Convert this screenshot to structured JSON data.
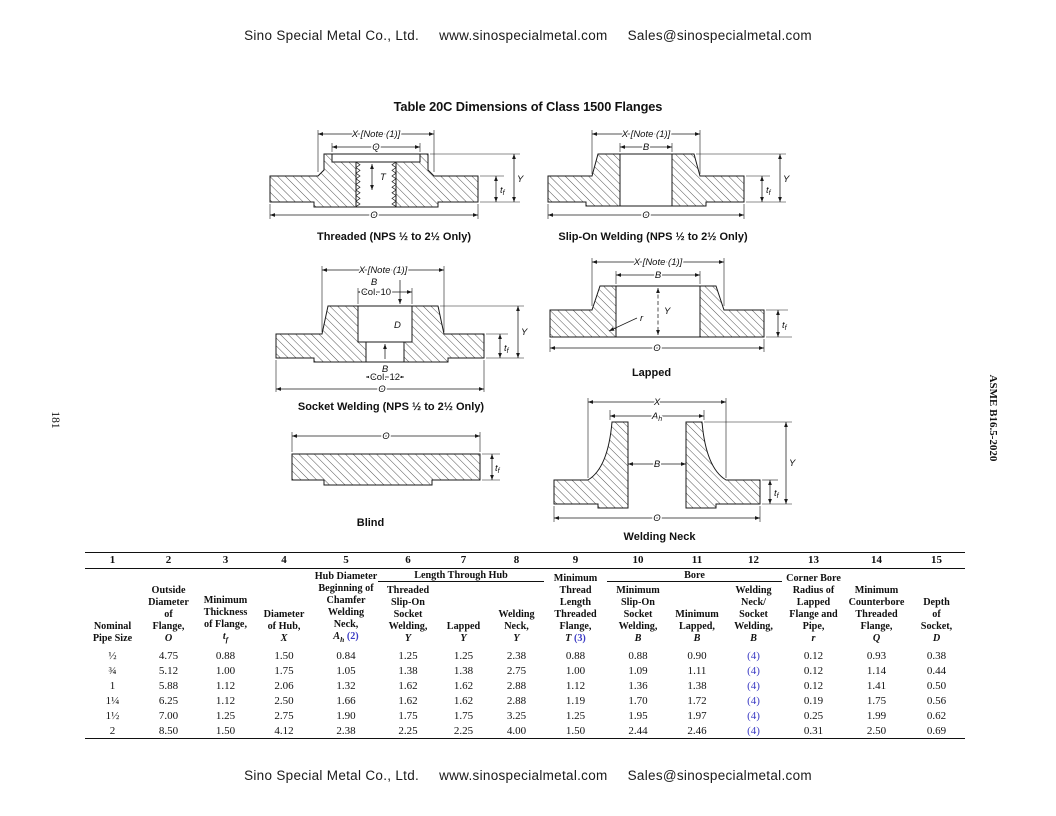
{
  "page": {
    "header": {
      "company": "Sino Special Metal Co., Ltd.",
      "website": "www.sinospecialmetal.com",
      "email": "Sales@sinospecialmetal.com"
    },
    "footer": {
      "company": "Sino Special Metal Co., Ltd.",
      "website": "www.sinospecialmetal.com",
      "email": "Sales@sinospecialmetal.com"
    },
    "title": "Table 20C Dimensions of Class 1500 Flanges",
    "side_left": "181",
    "side_right": "ASME B16.5-2020"
  },
  "figures": {
    "threaded": {
      "caption": "Threaded (NPS ½ to 2½ Only)",
      "labels": {
        "x": "X [Note (1)]",
        "q": "Q",
        "t": "T",
        "o": "O",
        "tf": "t",
        "tf_sub": "f",
        "y": "Y"
      }
    },
    "slipon": {
      "caption": "Slip-On Welding (NPS ½ to 2½ Only)",
      "labels": {
        "x": "X [Note (1)]",
        "b": "B",
        "o": "O",
        "tf": "t",
        "tf_sub": "f",
        "y": "Y"
      }
    },
    "socket": {
      "caption": "Socket Welding (NPS ½ to 2½ Only)",
      "labels": {
        "x": "X [Note (1)]",
        "b_top": "B",
        "col10": "Col. 10",
        "d": "D",
        "b_bot": "B",
        "col12": "Col. 12",
        "o": "O",
        "tf": "t",
        "tf_sub": "f",
        "y": "Y"
      }
    },
    "lapped": {
      "caption": "Lapped",
      "labels": {
        "x": "X [Note (1)]",
        "b": "B",
        "y": "Y",
        "r": "r",
        "o": "O",
        "tf": "t",
        "tf_sub": "f"
      }
    },
    "blind": {
      "caption": "Blind",
      "labels": {
        "o": "O",
        "tf": "t",
        "tf_sub": "f"
      }
    },
    "weldneck": {
      "caption": "Welding Neck",
      "labels": {
        "x": "X",
        "ah": "A",
        "ah_sub": "h",
        "b": "B",
        "o": "O",
        "y": "Y",
        "tf": "t",
        "tf_sub": "f"
      }
    }
  },
  "table": {
    "ref_color": "#3b3bc4",
    "col_numbers": [
      "1",
      "2",
      "3",
      "4",
      "5",
      "6",
      "7",
      "8",
      "9",
      "10",
      "11",
      "12",
      "13",
      "14",
      "15"
    ],
    "group_headers": {
      "hub": "Length Through Hub",
      "bore": "Bore"
    },
    "headers": [
      {
        "lines": [
          "Nominal",
          "Pipe Size"
        ]
      },
      {
        "lines": [
          "Outside",
          "Diameter",
          "of",
          "Flange,"
        ],
        "sym": "O"
      },
      {
        "lines": [
          "Minimum",
          "Thickness",
          "of Flange,"
        ],
        "sym": "t",
        "sub": "f"
      },
      {
        "lines": [
          "Diameter",
          "of Hub,"
        ],
        "sym": "X"
      },
      {
        "lines": [
          "Hub Diameter",
          "Beginning of",
          "Chamfer",
          "Welding",
          "Neck,"
        ],
        "sym": "A",
        "sub": "h",
        "ref": "(2)"
      },
      {
        "lines": [
          "Threaded",
          "Slip-On",
          "Socket",
          "Welding,"
        ],
        "sym": "Y"
      },
      {
        "lines": [
          "Lapped"
        ],
        "sym": "Y"
      },
      {
        "lines": [
          "Welding",
          "Neck,"
        ],
        "sym": "Y"
      },
      {
        "lines": [
          "Minimum",
          "Thread",
          "Length",
          "Threaded",
          "Flange,"
        ],
        "sym": "T",
        "ref": "(3)"
      },
      {
        "lines": [
          "Minimum",
          "Slip-On",
          "Socket",
          "Welding,"
        ],
        "sym": "B"
      },
      {
        "lines": [
          "Minimum",
          "Lapped,"
        ],
        "sym": "B"
      },
      {
        "lines": [
          "Welding",
          "Neck/",
          "Socket",
          "Welding,"
        ],
        "sym": "B"
      },
      {
        "lines": [
          "Corner Bore",
          "Radius of",
          "Lapped",
          "Flange and",
          "Pipe,"
        ],
        "sym": "r"
      },
      {
        "lines": [
          "Minimum",
          "Counterbore",
          "Threaded",
          "Flange,"
        ],
        "sym": "Q"
      },
      {
        "lines": [
          "Depth",
          "of",
          "Socket,"
        ],
        "sym": "D"
      }
    ],
    "rows": [
      [
        "½",
        "4.75",
        "0.88",
        "1.50",
        "0.84",
        "1.25",
        "1.25",
        "2.38",
        "0.88",
        "0.88",
        "0.90",
        "(4)",
        "0.12",
        "0.93",
        "0.38"
      ],
      [
        "¾",
        "5.12",
        "1.00",
        "1.75",
        "1.05",
        "1.38",
        "1.38",
        "2.75",
        "1.00",
        "1.09",
        "1.11",
        "(4)",
        "0.12",
        "1.14",
        "0.44"
      ],
      [
        "1",
        "5.88",
        "1.12",
        "2.06",
        "1.32",
        "1.62",
        "1.62",
        "2.88",
        "1.12",
        "1.36",
        "1.38",
        "(4)",
        "0.12",
        "1.41",
        "0.50"
      ],
      [
        "1¼",
        "6.25",
        "1.12",
        "2.50",
        "1.66",
        "1.62",
        "1.62",
        "2.88",
        "1.19",
        "1.70",
        "1.72",
        "(4)",
        "0.19",
        "1.75",
        "0.56"
      ],
      [
        "1½",
        "7.00",
        "1.25",
        "2.75",
        "1.90",
        "1.75",
        "1.75",
        "3.25",
        "1.25",
        "1.95",
        "1.97",
        "(4)",
        "0.25",
        "1.99",
        "0.62"
      ],
      [
        "2",
        "8.50",
        "1.50",
        "4.12",
        "2.38",
        "2.25",
        "2.25",
        "4.00",
        "1.50",
        "2.44",
        "2.46",
        "(4)",
        "0.31",
        "2.50",
        "0.69"
      ]
    ]
  }
}
